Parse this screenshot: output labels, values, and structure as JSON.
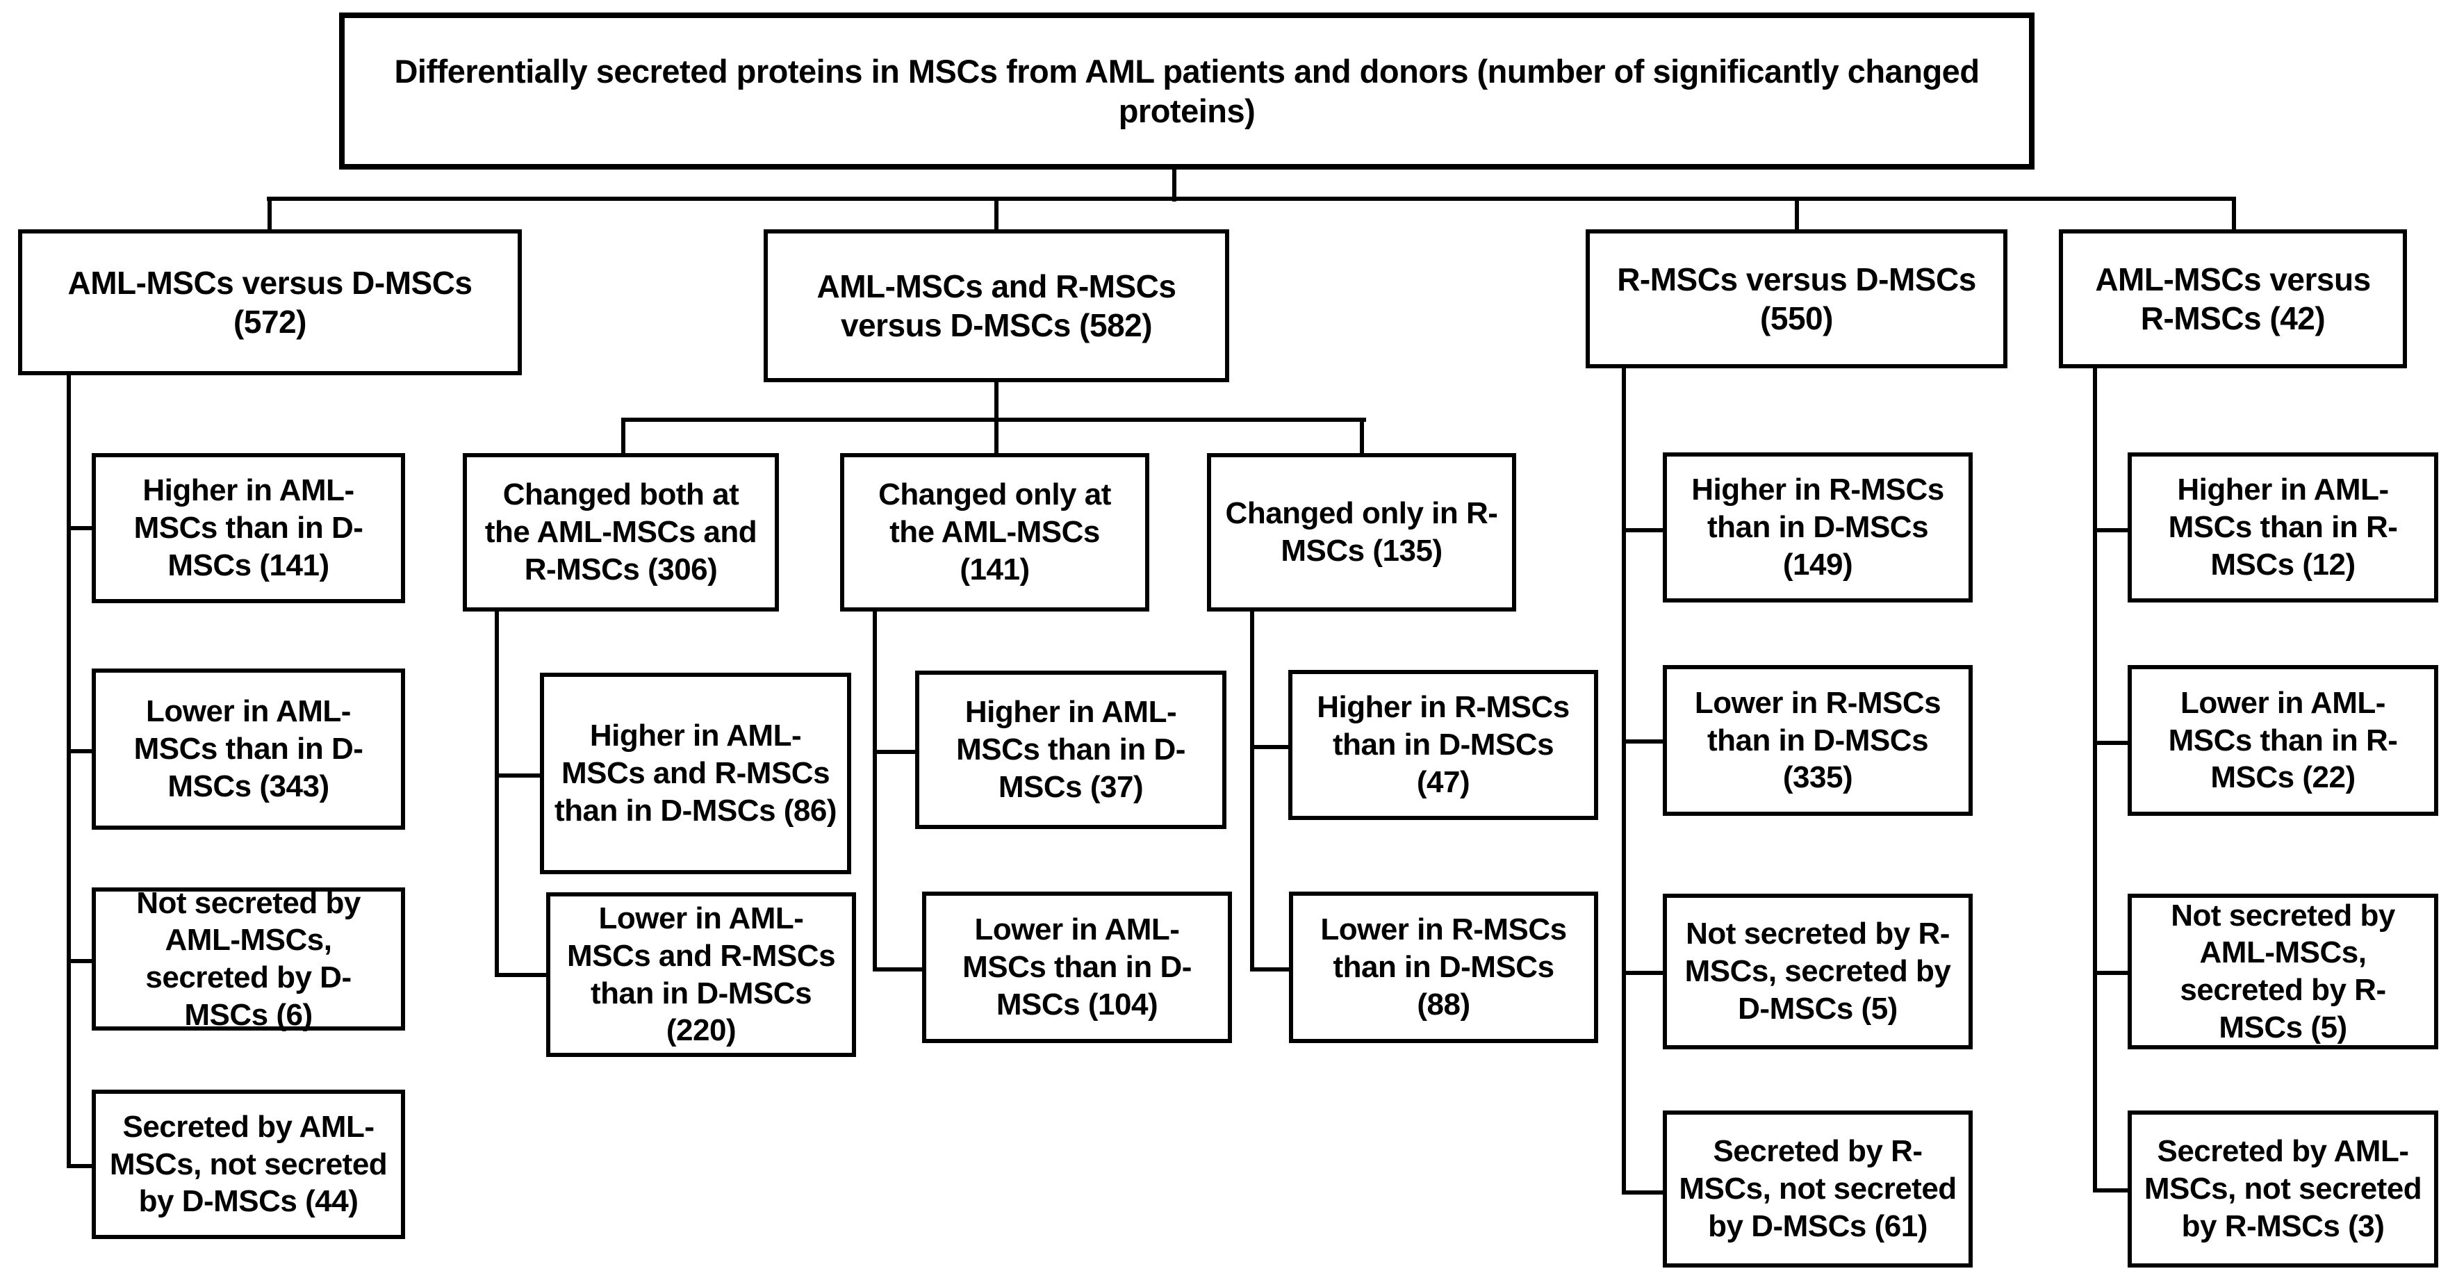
{
  "diagram": {
    "background_color": "#ffffff",
    "line_color": "#000000",
    "title": "Differentially secreted proteins in MSCs from AML patients and donors (number of significantly changed proteins)",
    "columns": [
      {
        "header": "AML-MSCs versus D-MSCs (572)",
        "children": [
          "Higher in AML-MSCs than in D-MSCs (141)",
          "Lower in AML-MSCs than in  D-MSCs (343)",
          "Not secreted by AML-MSCs, secreted by D-MSCs (6)",
          "Secreted by AML-MSCs, not secreted by D-MSCs (44)"
        ]
      },
      {
        "header": "AML-MSCs and R-MSCs versus  D-MSCs (582)",
        "subgroups": [
          {
            "header": "Changed both at the AML-MSCs and R-MSCs (306)",
            "children": [
              "Higher in AML-MSCs and R-MSCs than in D-MSCs (86)",
              "Lower in AML-MSCs and R-MSCs than in D-MSCs (220)"
            ]
          },
          {
            "header": "Changed only at the AML-MSCs (141)",
            "children": [
              "Higher in AML-MSCs than in D-MSCs (37)",
              "Lower in AML-MSCs  than in D-MSCs (104)"
            ]
          },
          {
            "header": "Changed only in R-MSCs (135)",
            "children": [
              "Higher in R-MSCs than in D-MSCs (47)",
              "Lower in R-MSCs than in D-MSCs (88)"
            ]
          }
        ]
      },
      {
        "header": "R-MSCs versus D-MSCs (550)",
        "children": [
          "Higher in R-MSCs than in D-MSCs (149)",
          "Lower in R-MSCs than in D-MSCs (335)",
          "Not secreted by R-MSCs, secreted by D-MSCs (5)",
          "Secreted by R-MSCs, not secreted by D-MSCs (61)"
        ]
      },
      {
        "header": "AML-MSCs versus R-MSCs (42)",
        "children": [
          "Higher in AML-MSCs than in R-MSCs (12)",
          "Lower in AML-MSCs than in  R-MSCs (22)",
          "Not secreted by AML-MSCs, secreted by R-MSCs (5)",
          "Secreted by AML-MSCs, not secreted by R-MSCs (3)"
        ]
      }
    ]
  }
}
